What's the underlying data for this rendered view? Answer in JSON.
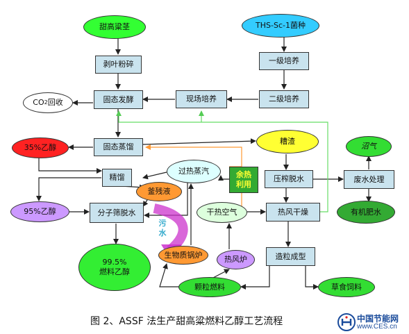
{
  "nodes": {
    "sweet_sorghum": "甜高粱茎",
    "ths_strain": "THS-Sc-1菌种",
    "strip_crush": "剥叶粉碎",
    "culture_1": "一级培养",
    "co2_recovery_pre": "CO",
    "co2_recovery_sub": "2",
    "co2_recovery_post": "回收",
    "solid_ferment": "固态发酵",
    "onsite_culture": "现场培养",
    "culture_2": "二级培养",
    "ethanol_35": "35%乙醇",
    "solid_distill": "固态蒸馏",
    "vinasse": "糟渣",
    "biogas": "沼气",
    "rectify": "精馏",
    "superheated_steam": "过热蒸汽",
    "waste_heat_1": "余热",
    "waste_heat_2": "利用",
    "press_dewater": "压榨脱水",
    "wastewater_treat": "废水处理",
    "residual_liquid": "釜残液",
    "ethanol_95": "95%乙醇",
    "mol_sieve": "分子筛脱水",
    "dry_hot_air": "干热空气",
    "hot_air_dry": "热风干燥",
    "organic_fert": "有机肥水",
    "sewage_1": "污",
    "sewage_2": "水",
    "fuel_ethanol_1": "99.5%",
    "fuel_ethanol_2": "燃料乙醇",
    "biomass_boiler": "生物质锅炉",
    "hot_air_furnace": "热风炉",
    "pelletize": "造粒成型",
    "pellet_fuel": "颗粒燃料",
    "feed": "草食饲料"
  },
  "caption": "图 2、ASSF 法生产甜高粱燃料乙醇工艺流程",
  "logo": {
    "cn": "中国节能网",
    "url": "www.CES.cn"
  },
  "colors": {
    "box_fill": "#c9e3ee",
    "green": "#33ff33",
    "dark_green": "#33aa33",
    "cyan": "#33ccff",
    "yellow": "#ffff33",
    "red": "#ff2222",
    "purple": "#cc99ff",
    "orange": "#ff9933",
    "light_green": "#ddffdd",
    "light_cyan": "#ddffff",
    "magenta_arrow": "#cc33cc",
    "recycle_line": "#66dd66",
    "heat_line": "#ff9933",
    "logo_blue": "#1a4b9b",
    "logo_red": "#dd2222"
  }
}
